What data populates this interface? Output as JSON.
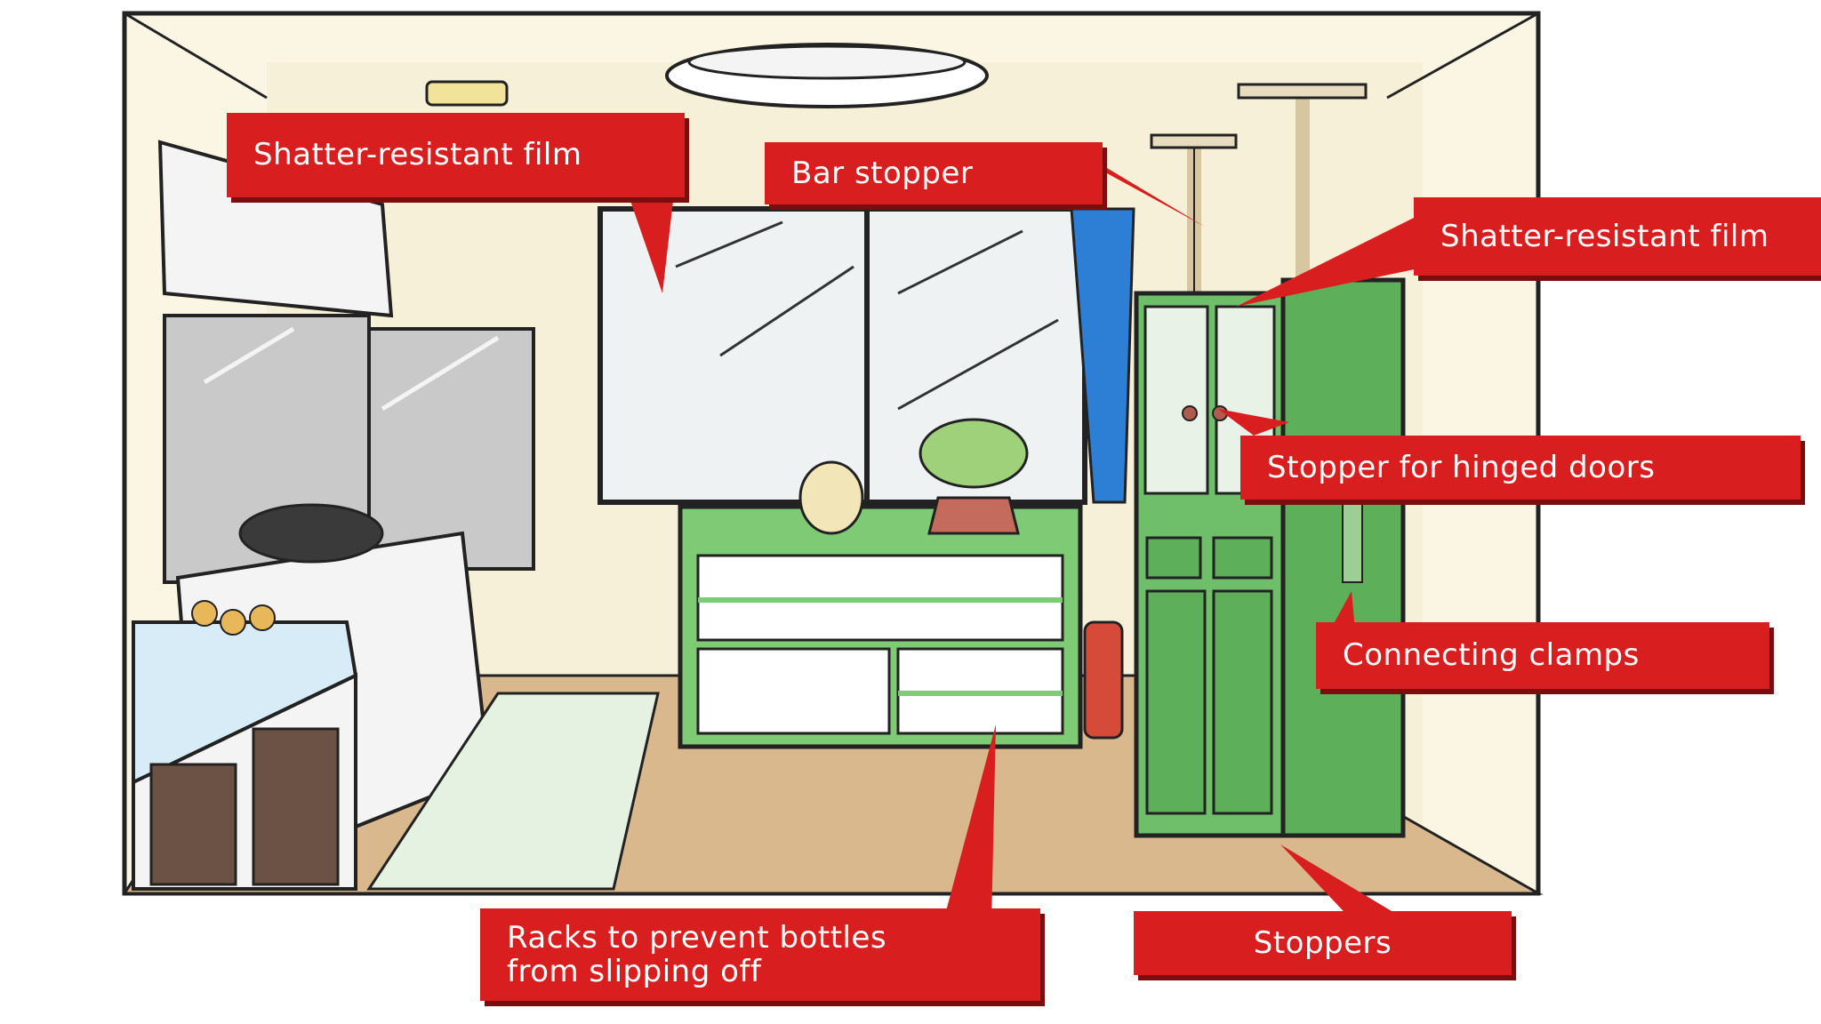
{
  "labels": {
    "shatter_film_left": "Shatter-resistant film",
    "bar_stopper": "Bar stopper",
    "shatter_film_right": "Shatter-resistant film",
    "hinged_door_stopper": "Stopper for hinged doors",
    "connecting_clamps": "Connecting clamps",
    "racks": [
      "Racks to prevent bottles",
      "from slipping off"
    ],
    "stoppers": "Stoppers"
  },
  "colors": {
    "callout": "#d81e1e",
    "wall": "#f7f0d9",
    "floor": "#d9b88e",
    "cabinet": "#6fbf6a",
    "curtain": "#2d7fd6",
    "counter": "#d7ecf7",
    "outline": "#222222"
  }
}
